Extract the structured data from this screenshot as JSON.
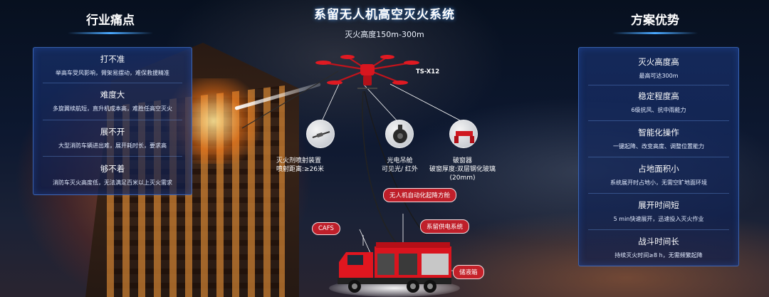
{
  "header": {
    "title": "系留无人机高空灭火系统",
    "subtitle": "灭火高度150m-300m"
  },
  "left_section": {
    "heading": "行业痛点",
    "items": [
      {
        "title": "打不准",
        "desc": "举高车受风影响，臂架易摆动，难保救援精准"
      },
      {
        "title": "难度大",
        "desc": "多旋翼续航短，直升机成本高，难胜任高空灭火"
      },
      {
        "title": "展不开",
        "desc": "大型消防车辆进出难，展开耗时长，要求高"
      },
      {
        "title": "够不着",
        "desc": "消防车灭火高度低，无法满足百米以上灭火需求"
      }
    ]
  },
  "right_section": {
    "heading": "方案优势",
    "items": [
      {
        "title": "灭火高度高",
        "desc": "最高可达300m"
      },
      {
        "title": "稳定程度高",
        "desc": "6级抗风、抗中雨能力"
      },
      {
        "title": "智能化操作",
        "desc": "一键起降、改变高度、调整位置能力"
      },
      {
        "title": "占地面积小",
        "desc": "系统展开时占地小，无需空旷地面环境"
      },
      {
        "title": "展开时间短",
        "desc": "5 min快速展开，迅速投入灭火作业"
      },
      {
        "title": "战斗时间长",
        "desc": "持续灭火时间≥8 h，无需频繁起降"
      }
    ]
  },
  "drone": {
    "model": "TS-X12"
  },
  "payloads": [
    {
      "icon": "nozzle-icon",
      "line1": "灭火剂喷射装置",
      "line2": "喷射距离:≥26米",
      "line3": ""
    },
    {
      "icon": "camera-pod-icon",
      "line1": "光电吊舱",
      "line2": "可见光/ 红外",
      "line3": ""
    },
    {
      "icon": "window-breaker-icon",
      "line1": "破窗器",
      "line2": "破窗厚度:双层钢化玻璃",
      "line3": "(20mm)"
    }
  ],
  "callouts": {
    "cabin": "无人机自动化起降方舱",
    "power": "系留供电系统",
    "cafs": "CAFS",
    "tank": "储液箱"
  },
  "colors": {
    "accent": "#4aa8ff",
    "callout": "#dc1e28",
    "truck": "#d9141e"
  }
}
